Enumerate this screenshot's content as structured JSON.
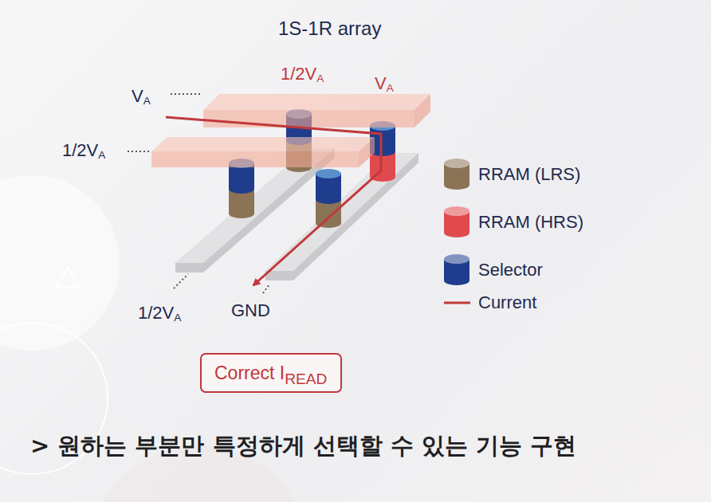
{
  "diagram": {
    "title": "1S-1R array",
    "caption": "> 원하는 부분만 특정하게 선택할 수 있는 기능 구현",
    "nodes": [
      {
        "text": [
          "Correct IREAD"
        ]
      }
    ],
    "labels": [
      "1/2VA",
      "VA",
      "VA",
      "1/2VA",
      "1/2VA",
      "GND"
    ],
    "legend": [
      {
        "text": "RRAM (LRS)",
        "color": "#8b7355"
      },
      {
        "text": "RRAM (HRS)",
        "color": "#e04a4f"
      },
      {
        "text": "Selector",
        "color": "#1f3d8c"
      },
      {
        "text": "Current"
      }
    ]
  }
}
